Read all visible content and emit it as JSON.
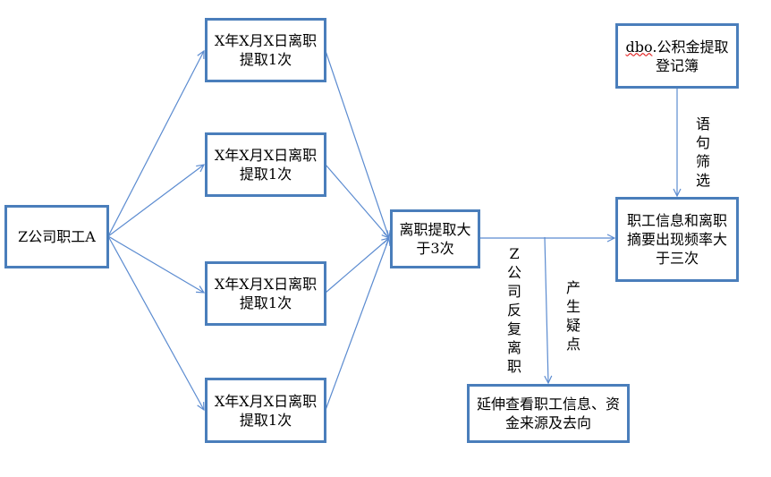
{
  "nodes": {
    "employee": "Z公司职工A",
    "withdraw_1": "X年X月X日离职提取1次",
    "withdraw_2": "X年X月X日离职提取1次",
    "withdraw_3": "X年X月X日离职提取1次",
    "withdraw_4": "X年X月X日离职提取1次",
    "over_three": "离职提取大于3次",
    "register_prefix": "dbo",
    "register_rest": ".公积金提取登记簿",
    "frequency": "职工信息和离职摘要出现频率大于三次",
    "extend": "延伸查看职工信息、资金来源及去向"
  },
  "labels": {
    "filter": "语句筛选",
    "repeat": "Z公司反复离职",
    "doubt": "产生疑点"
  },
  "colors": {
    "border": "#4a7ebb",
    "line": "#5b8bd0"
  }
}
